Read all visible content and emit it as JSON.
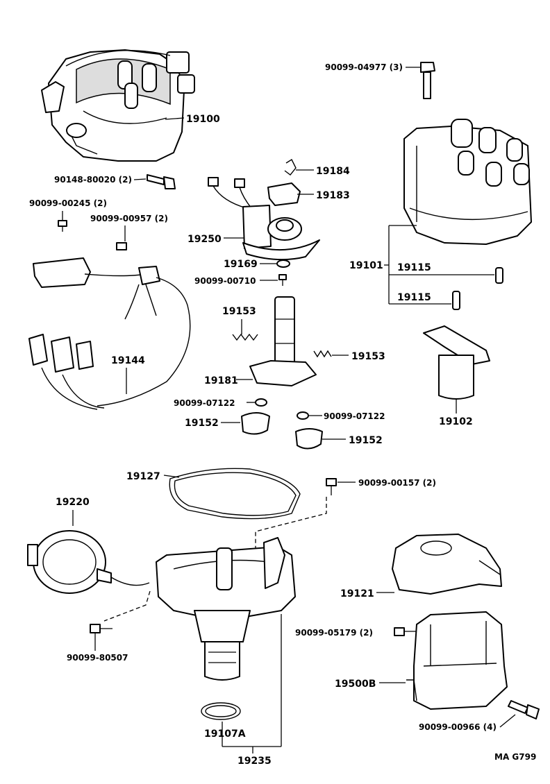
{
  "labels": {
    "p19100": "19100",
    "p90099_04977": "90099-04977 (3)",
    "p90148_80020": "90148-80020 (2)",
    "p90099_00245": "90099-00245 (2)",
    "p90099_00957": "90099-00957 (2)",
    "p19184": "19184",
    "p19183": "19183",
    "p19250": "19250",
    "p19169": "19169",
    "p90099_00710": "90099-00710",
    "p19101": "19101",
    "p19115a": "19115",
    "p19115b": "19115",
    "p19153a": "19153",
    "p19153b": "19153",
    "p19144": "19144",
    "p19181": "19181",
    "p90099_07122a": "90099-07122",
    "p90099_07122b": "90099-07122",
    "p19152a": "19152",
    "p19152b": "19152",
    "p19102": "19102",
    "p19127": "19127",
    "p90099_00157": "90099-00157 (2)",
    "p19220": "19220",
    "p19121": "19121",
    "p90099_80507": "90099-80507",
    "p90099_05179": "90099-05179 (2)",
    "p19500B": "19500B",
    "p90099_00966": "90099-00966 (4)",
    "p19107A": "19107A",
    "p19235": "19235",
    "drawing_code": "MA G799"
  }
}
